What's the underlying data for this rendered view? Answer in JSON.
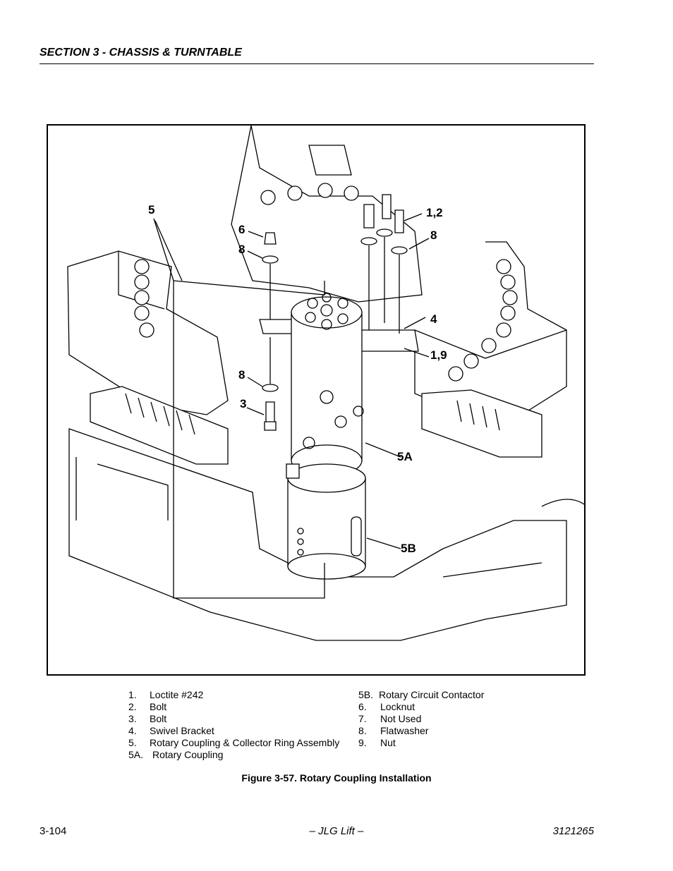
{
  "header": {
    "section_title": "SECTION 3 - CHASSIS & TURNTABLE"
  },
  "figure": {
    "callouts": {
      "c5": "5",
      "c6": "6",
      "c8a": "8",
      "c12": "1,2",
      "c8b": "8",
      "c4": "4",
      "c19": "1,9",
      "c8c": "8",
      "c3": "3",
      "c5a": "5A",
      "c5b": "5B"
    }
  },
  "legend": {
    "left": [
      {
        "num": "1.",
        "text": "Loctite #242"
      },
      {
        "num": "2.",
        "text": "Bolt"
      },
      {
        "num": "3.",
        "text": "Bolt"
      },
      {
        "num": "4.",
        "text": "Swivel Bracket"
      },
      {
        "num": "5.",
        "text": "Rotary Coupling & Collector Ring Assembly"
      },
      {
        "num": "5A.",
        "text": "Rotary Coupling"
      }
    ],
    "right": [
      {
        "num": "5B.",
        "text": "Rotary Circuit Contactor"
      },
      {
        "num": "6.",
        "text": "Locknut"
      },
      {
        "num": "7.",
        "text": "Not Used"
      },
      {
        "num": "8.",
        "text": "Flatwasher"
      },
      {
        "num": "9.",
        "text": "Nut"
      }
    ]
  },
  "caption": "Figure 3-57.  Rotary Coupling Installation",
  "footer": {
    "page_number": "3-104",
    "center": "– JLG Lift –",
    "doc_number": "3121265"
  }
}
